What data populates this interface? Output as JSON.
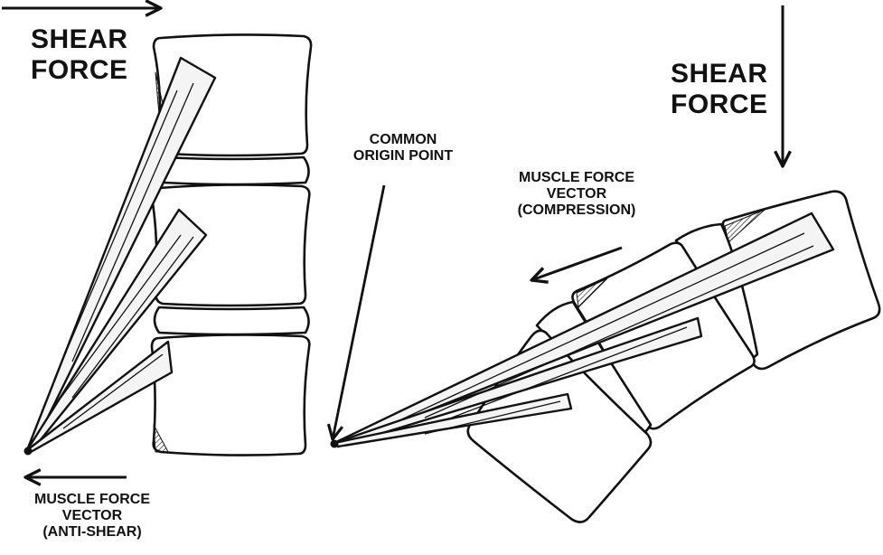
{
  "colors": {
    "ink": "#111111",
    "paper": "#ffffff",
    "bone_fill": "#ffffff",
    "muscle_fill": "#f4f4f4"
  },
  "left_diagram": {
    "shear_force_label": [
      "SHEAR",
      "FORCE"
    ],
    "shear_arrow_direction": "right",
    "muscle_label": [
      "MUSCLE FORCE",
      "VECTOR",
      "(ANTI-SHEAR)"
    ],
    "muscle_arrow_direction": "left"
  },
  "center": {
    "origin_label": [
      "COMMON",
      "ORIGIN POINT"
    ]
  },
  "right_diagram": {
    "shear_force_label": [
      "SHEAR",
      "FORCE"
    ],
    "shear_arrow_direction": "down",
    "muscle_label": [
      "MUSCLE FORCE",
      "VECTOR",
      "(COMPRESSION)"
    ],
    "muscle_arrow_direction": "down-left"
  }
}
